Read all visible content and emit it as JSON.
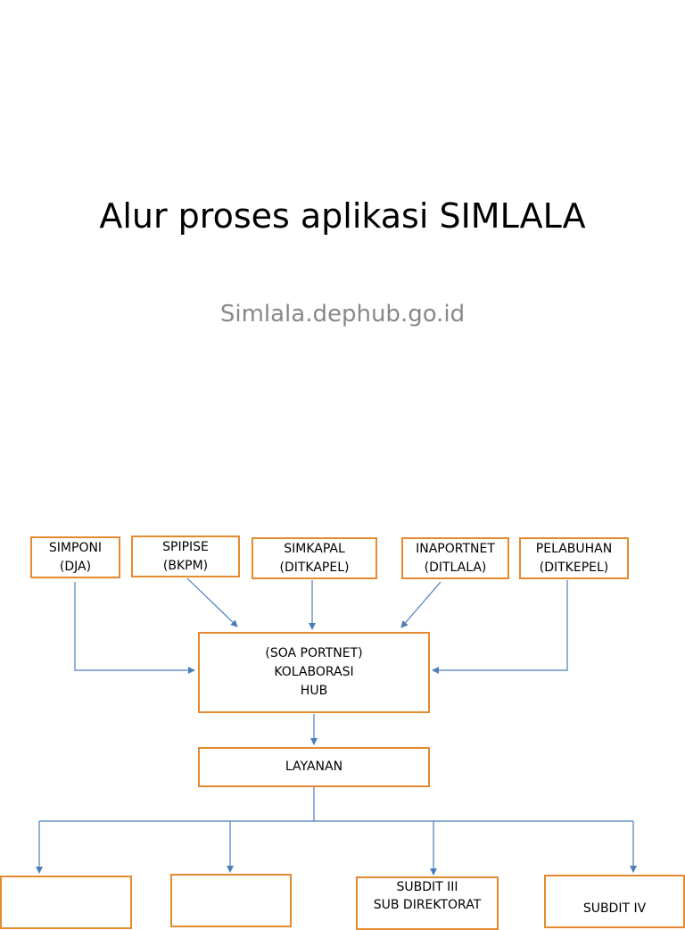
{
  "slide": {
    "title": "Alur proses aplikasi SIMLALA",
    "subtitle": "Simlala.dephub.go.id"
  },
  "diagram": {
    "sources": [
      {
        "line1": "SIMPONI",
        "line2": "(DJA)"
      },
      {
        "line1": "SPIPISE",
        "line2": "(BKPM)"
      },
      {
        "line1": "SIMKAPAL",
        "line2": "(DITKAPEL)"
      },
      {
        "line1": "INAPORTNET",
        "line2": "(DITLALA)"
      },
      {
        "line1": "PELABUHAN",
        "line2": "(DITKEPEL)"
      }
    ],
    "hub": {
      "line1": "(SOA PORTNET)",
      "line2": "KOLABORASI",
      "line3": "HUB"
    },
    "service": {
      "label": "LAYANAN"
    },
    "targets": [
      {
        "line1": "",
        "line2": ""
      },
      {
        "line1": "",
        "line2": ""
      },
      {
        "line1": "SUBDIT III",
        "line2": "SUB DIREKTORAT"
      },
      {
        "line1": "SUBDIT IV",
        "line2": ""
      }
    ],
    "colors": {
      "box_border": "#e58a2e",
      "arrow": "#4a7ebb"
    }
  }
}
